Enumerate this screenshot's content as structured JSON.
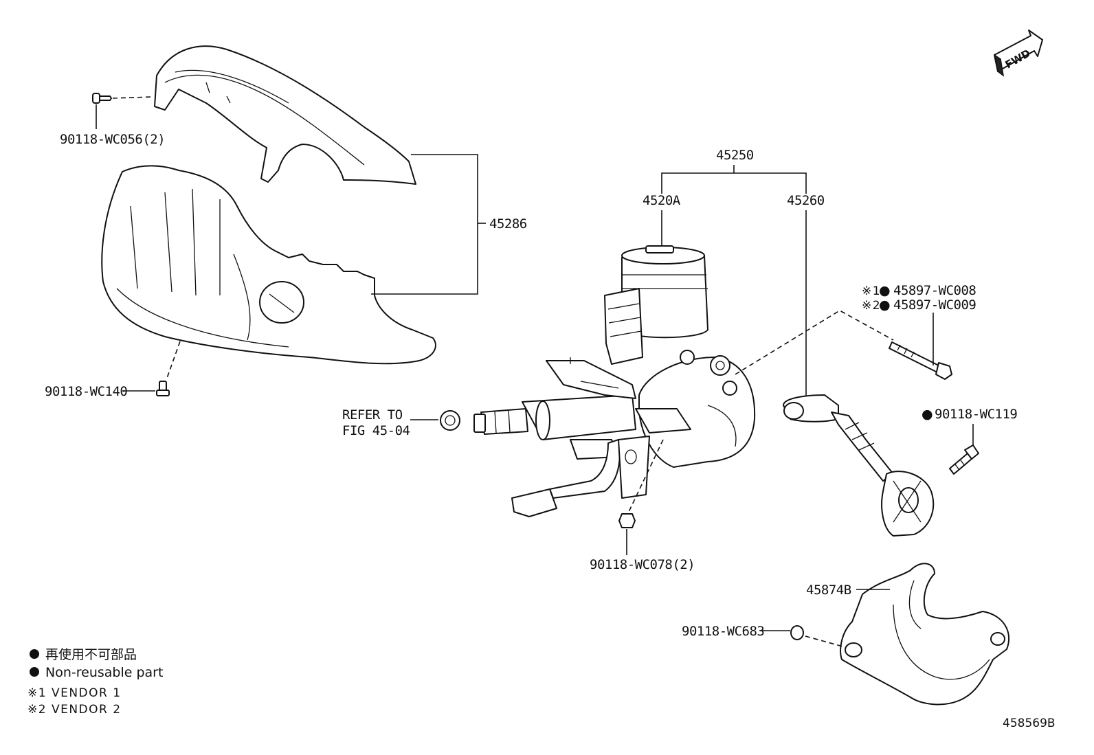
{
  "diagram_id": "458569B",
  "fwd_label": "FWD",
  "callouts": {
    "c45286": "45286",
    "c45250": "45250",
    "c4520A": "4520A",
    "c45260": "45260",
    "c45897_wc008": "45897-WC008",
    "c45897_wc009": "45897-WC009",
    "c90118_wc119": "90118-WC119",
    "c90118_wc056": "90118-WC056(2)",
    "c90118_wc140": "90118-WC140",
    "refer_line1": "REFER TO",
    "refer_line2": "FIG 45-04",
    "c90118_wc078": "90118-WC078(2)",
    "c45874B": "45874B",
    "c90118_wc683": "90118-WC683"
  },
  "markers": {
    "vendor1_mark": "※1",
    "vendor2_mark": "※2",
    "bullet": "●"
  },
  "legend": {
    "nonreusable_jp": "再使用不可部品",
    "nonreusable_en": "Non-reusable part",
    "vendor1": "※1 VENDOR 1",
    "vendor2": "※2 VENDOR 2"
  }
}
